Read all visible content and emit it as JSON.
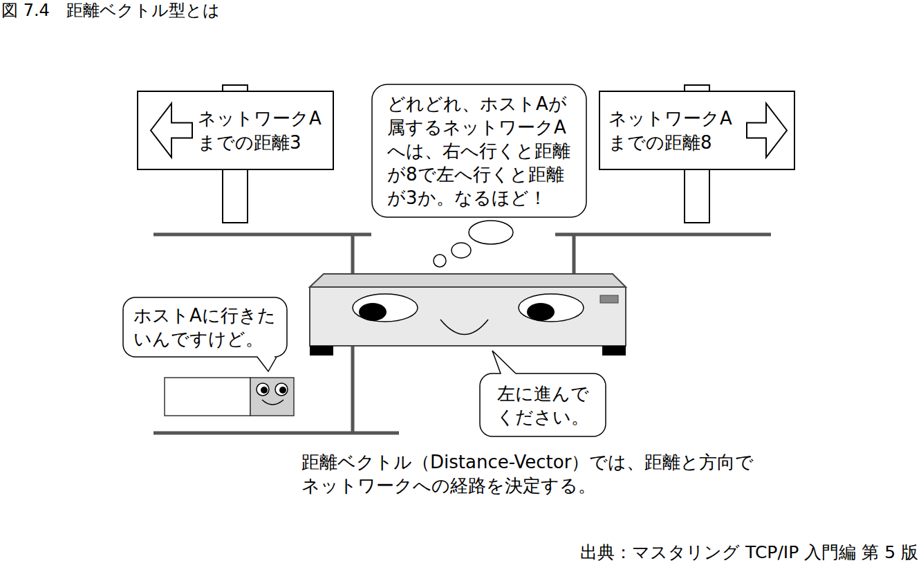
{
  "diagram": {
    "title": "図 7.4　距離ベクトル型とは",
    "caption": "距離ベクトル（Distance-Vector）では、距離と方向で ネットワークへの経路を決定する。",
    "nodes": [
      {
        "text": [
          "ネットワークA までの距離3"
        ]
      },
      {
        "text": [
          "どれどれ、ホストAが 属するネットワークA へは、右へ行くと距離 が8で左へ行くと距離 が3か。なるほど！"
        ]
      },
      {
        "text": [
          "ネットワークA までの距離8"
        ]
      },
      {
        "text": [
          "ホストAに行きた いんですけど。"
        ]
      },
      {
        "text": [
          "左に進んで ください。"
        ]
      }
    ],
    "labels": [
      "出典：マスタリング TCP/IP 入門編 第 5 版"
    ]
  }
}
